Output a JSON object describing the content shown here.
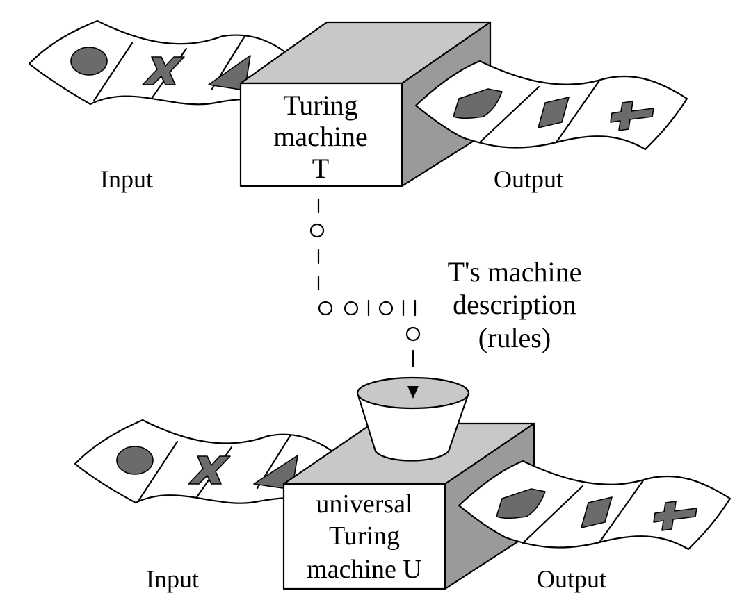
{
  "machine_t": {
    "label_lines": [
      "Turing",
      "machine",
      "T"
    ],
    "input_label": "Input",
    "output_label": "Output"
  },
  "description": {
    "label_lines": [
      "T's machine",
      "description",
      "(rules)"
    ]
  },
  "machine_u": {
    "label_lines": [
      "universal",
      "Turing",
      "machine U"
    ],
    "input_label": "Input",
    "output_label": "Output"
  },
  "colors": {
    "box_top": "#c8c8c8",
    "box_side": "#9a9a9a",
    "box_front": "#ffffff",
    "symbol_fill": "#6b6b6b",
    "hopper_top": "#c8c8c8"
  }
}
